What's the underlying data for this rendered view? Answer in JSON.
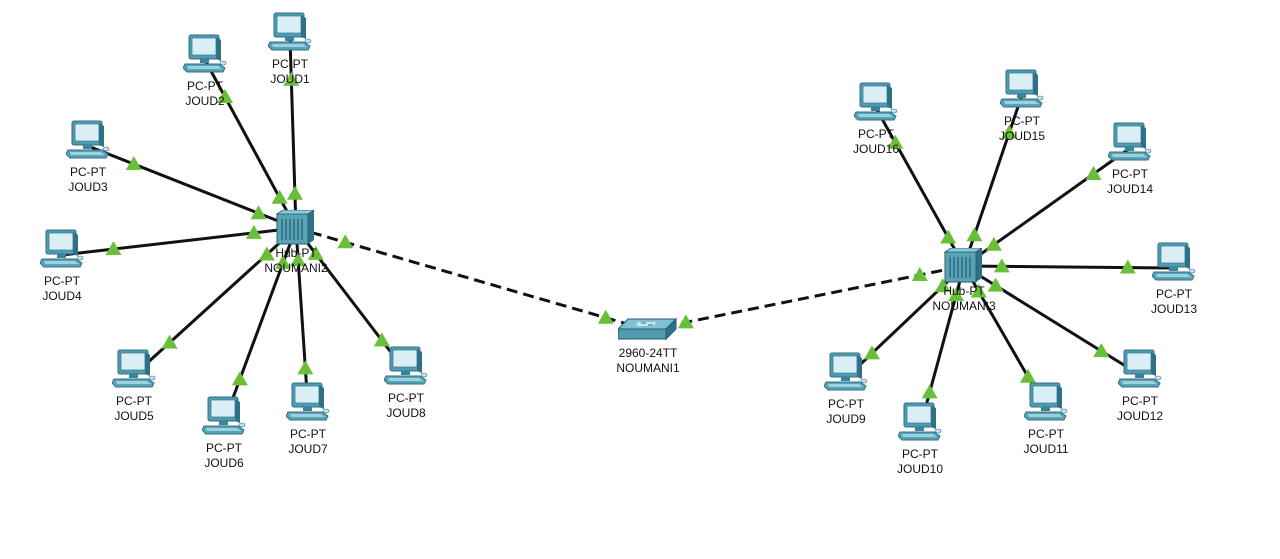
{
  "colors": {
    "background": "#ffffff",
    "link": "#111111",
    "link_light": "#6abf3a",
    "device_body": "#5aa3b6",
    "device_dark": "#2f7186",
    "device_screen": "#d9eef5"
  },
  "devices": {
    "switch": {
      "id": "sw",
      "icon": "switch-icon",
      "type": "2960-24TT",
      "name": "NOUMANI1"
    },
    "hubs": [
      {
        "id": "h2",
        "icon": "hub-icon",
        "type": "Hub-PT",
        "name": "NOUMANI2"
      },
      {
        "id": "h3",
        "icon": "hub-icon",
        "type": "Hub-PT",
        "name": "NOUMANI3"
      }
    ],
    "pcs": [
      {
        "id": "p1",
        "icon": "pc-icon",
        "type": "PC-PT",
        "name": "JOUD1"
      },
      {
        "id": "p2",
        "icon": "pc-icon",
        "type": "PC-PT",
        "name": "JOUD2"
      },
      {
        "id": "p3",
        "icon": "pc-icon",
        "type": "PC-PT",
        "name": "JOUD3"
      },
      {
        "id": "p4",
        "icon": "pc-icon",
        "type": "PC-PT",
        "name": "JOUD4"
      },
      {
        "id": "p5",
        "icon": "pc-icon",
        "type": "PC-PT",
        "name": "JOUD5"
      },
      {
        "id": "p6",
        "icon": "pc-icon",
        "type": "PC-PT",
        "name": "JOUD6"
      },
      {
        "id": "p7",
        "icon": "pc-icon",
        "type": "PC-PT",
        "name": "JOUD7"
      },
      {
        "id": "p8",
        "icon": "pc-icon",
        "type": "PC-PT",
        "name": "JOUD8"
      },
      {
        "id": "p9",
        "icon": "pc-icon",
        "type": "PC-PT",
        "name": "JOUD9"
      },
      {
        "id": "p10",
        "icon": "pc-icon",
        "type": "PC-PT",
        "name": "JOUD10"
      },
      {
        "id": "p11",
        "icon": "pc-icon",
        "type": "PC-PT",
        "name": "JOUD11"
      },
      {
        "id": "p12",
        "icon": "pc-icon",
        "type": "PC-PT",
        "name": "JOUD12"
      },
      {
        "id": "p13",
        "icon": "pc-icon",
        "type": "PC-PT",
        "name": "JOUD13"
      },
      {
        "id": "p14",
        "icon": "pc-icon",
        "type": "PC-PT",
        "name": "JOUD14"
      },
      {
        "id": "p15",
        "icon": "pc-icon",
        "type": "PC-PT",
        "name": "JOUD15"
      },
      {
        "id": "p16",
        "icon": "pc-icon",
        "type": "PC-PT",
        "name": "JOUD16"
      }
    ]
  },
  "links": [
    {
      "from": "sw",
      "to": "h2",
      "style": "crossover"
    },
    {
      "from": "sw",
      "to": "h3",
      "style": "crossover"
    },
    {
      "from": "h2",
      "to": "p1",
      "style": "straight"
    },
    {
      "from": "h2",
      "to": "p2",
      "style": "straight"
    },
    {
      "from": "h2",
      "to": "p3",
      "style": "straight"
    },
    {
      "from": "h2",
      "to": "p4",
      "style": "straight"
    },
    {
      "from": "h2",
      "to": "p5",
      "style": "straight"
    },
    {
      "from": "h2",
      "to": "p6",
      "style": "straight"
    },
    {
      "from": "h2",
      "to": "p7",
      "style": "straight"
    },
    {
      "from": "h2",
      "to": "p8",
      "style": "straight"
    },
    {
      "from": "h3",
      "to": "p9",
      "style": "straight"
    },
    {
      "from": "h3",
      "to": "p10",
      "style": "straight"
    },
    {
      "from": "h3",
      "to": "p11",
      "style": "straight"
    },
    {
      "from": "h3",
      "to": "p12",
      "style": "straight"
    },
    {
      "from": "h3",
      "to": "p13",
      "style": "straight"
    },
    {
      "from": "h3",
      "to": "p14",
      "style": "straight"
    },
    {
      "from": "h3",
      "to": "p15",
      "style": "straight"
    },
    {
      "from": "h3",
      "to": "p16",
      "style": "straight"
    }
  ]
}
